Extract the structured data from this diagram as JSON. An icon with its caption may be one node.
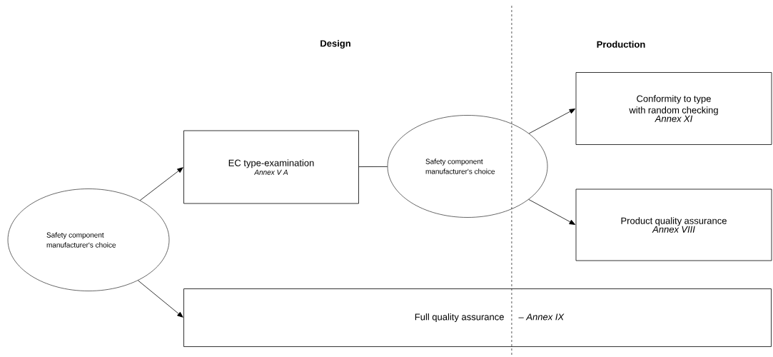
{
  "diagram": {
    "nodes": [
      {
        "text": [
          "Safety component manufacturer's choice"
        ]
      },
      {
        "text": [
          "EC type-examination",
          "Annex V A"
        ]
      },
      {
        "text": [
          "Safety component manufacturer's choice"
        ]
      },
      {
        "text": [
          "Conformity to type with random checking",
          "Annex XI"
        ]
      },
      {
        "text": [
          "Product quality assurance",
          "Annex VIII"
        ]
      },
      {
        "text": [
          "Full quality assurance",
          "– *Annex IX*"
        ]
      }
    ],
    "edges": [
      {
        "from": 0,
        "to": 1,
        "arrow": "to"
      },
      {
        "from": 0,
        "to": 5,
        "arrow": "to"
      },
      {
        "from": 1,
        "to": 2,
        "arrow": "none"
      },
      {
        "from": 2,
        "to": 3,
        "arrow": "to"
      },
      {
        "from": 2,
        "to": 4,
        "arrow": "to"
      }
    ],
    "labels": [
      "Design",
      "Production"
    ]
  }
}
